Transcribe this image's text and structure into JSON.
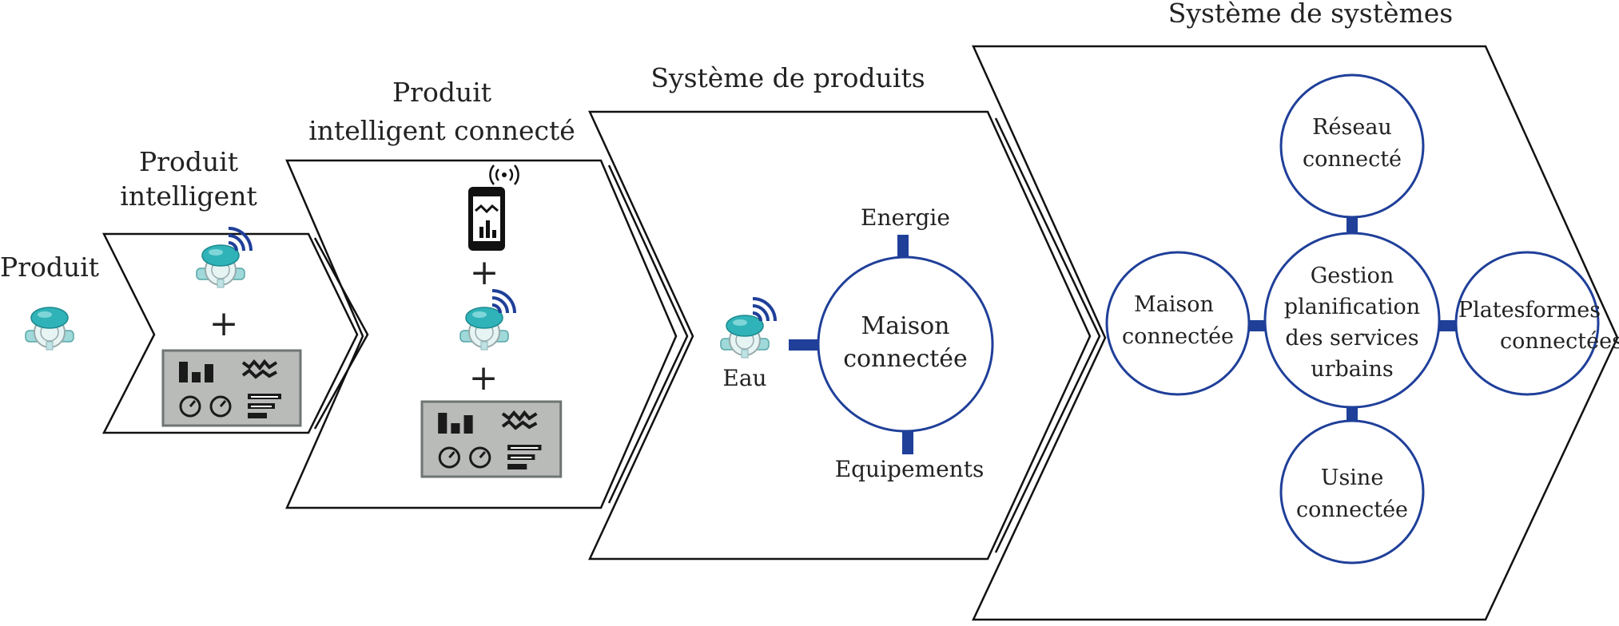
{
  "stages": {
    "produit": "Produit",
    "produit_intelligent": [
      "Produit",
      "intelligent"
    ],
    "produit_connecte": [
      "Produit",
      "intelligent connecté"
    ],
    "systeme_produits": "Système de produits",
    "systeme_systemes": "Système de systèmes"
  },
  "symbols": {
    "plus": "+"
  },
  "product_system": {
    "hub": [
      "Maison",
      "connectée"
    ],
    "top": "Energie",
    "bottom": "Equipements",
    "left": "Eau"
  },
  "system_of_systems": {
    "center": [
      "Gestion",
      "planification",
      "des services",
      "urbains"
    ],
    "top": [
      "Réseau",
      "connecté"
    ],
    "left": [
      "Maison",
      "connectée"
    ],
    "right": [
      "Platesformes",
      "connectées"
    ],
    "bottom": [
      "Usine",
      "connectée"
    ]
  },
  "colors": {
    "accent": "#1f3f99",
    "meter": "#2fb3b8",
    "panel": "#b9bbb9",
    "outline": "#111111"
  },
  "icons": [
    "water-meter-icon",
    "wifi-signal-icon",
    "dashboard-panel-icon",
    "smartphone-icon"
  ]
}
